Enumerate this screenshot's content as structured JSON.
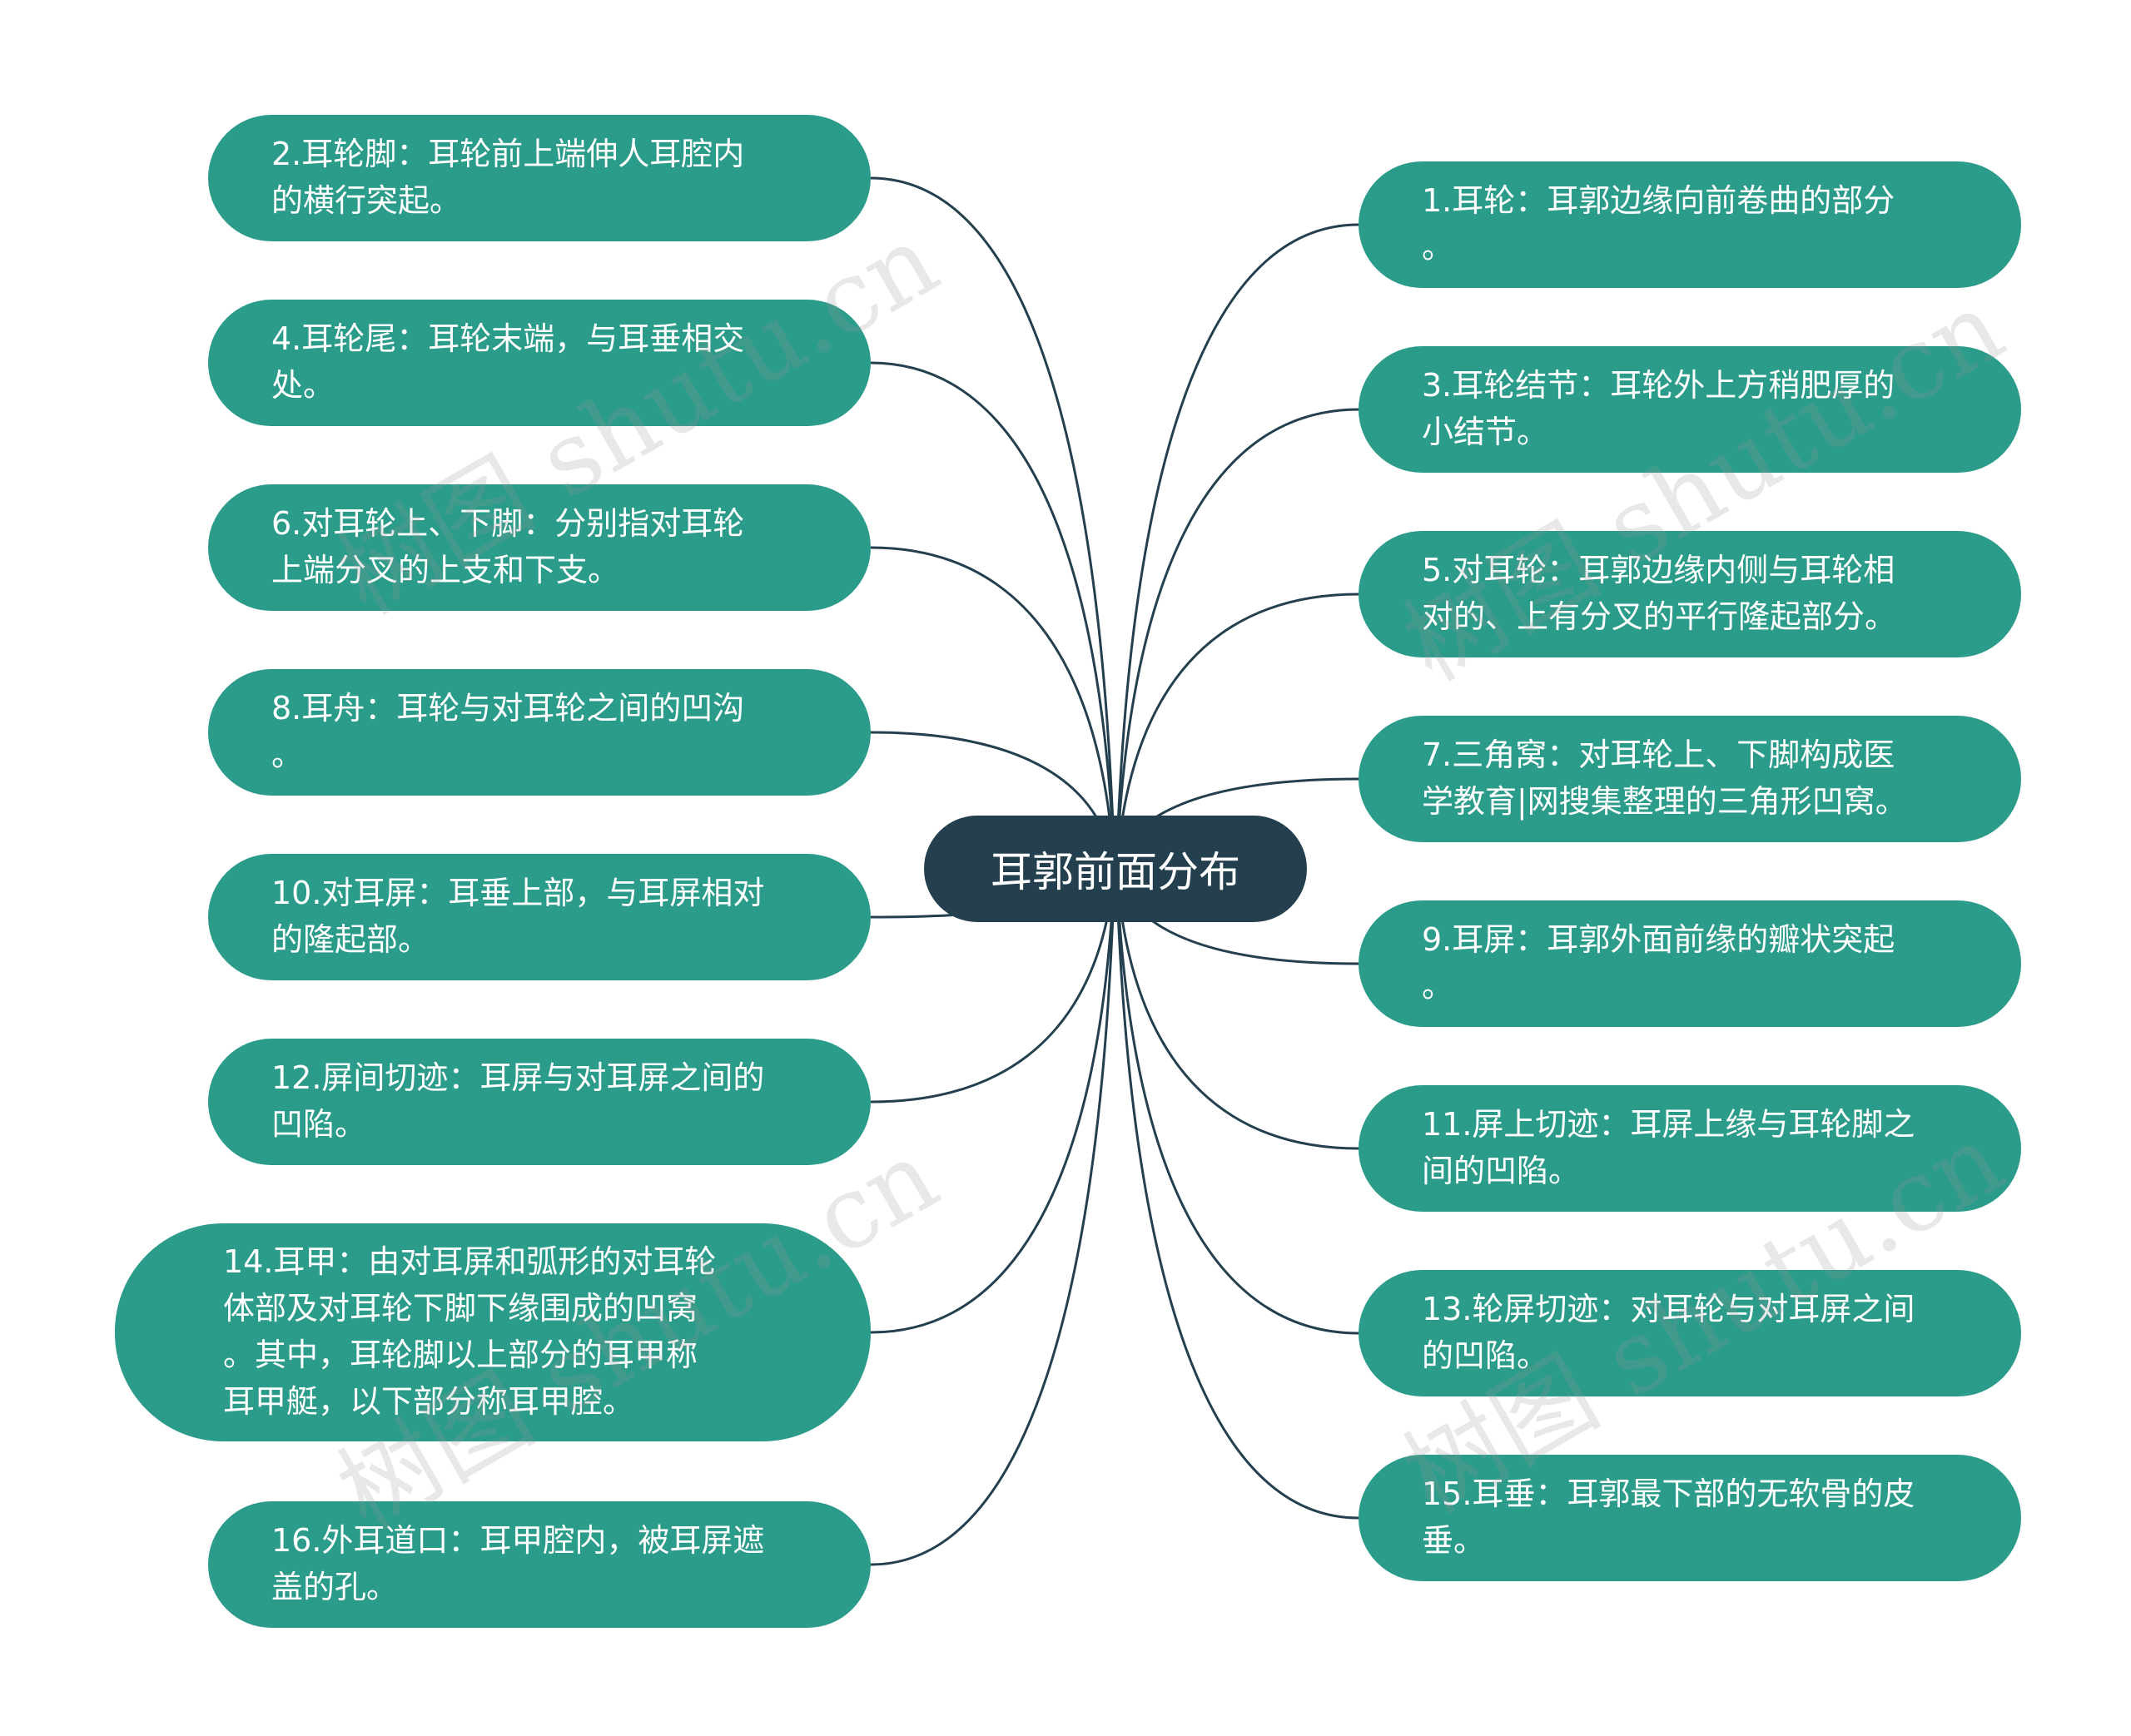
{
  "root": {
    "label": "耳郭前面分布"
  },
  "left_nodes": [
    "2.耳轮脚：耳轮前上端伸人耳腔内\n的横行突起。",
    "4.耳轮尾：耳轮末端，与耳垂相交\n处。",
    "6.对耳轮上、下脚：分别指对耳轮\n上端分叉的上支和下支。",
    "8.耳舟：耳轮与对耳轮之间的凹沟\n。",
    "10.对耳屏：耳垂上部，与耳屏相对\n的隆起部。",
    "12.屏间切迹：耳屏与对耳屏之间的\n凹陷。",
    "14.耳甲：由对耳屏和弧形的对耳轮\n体部及对耳轮下脚下缘围成的凹窝\n。其中，耳轮脚以上部分的耳甲称\n耳甲艇，以下部分称耳甲腔。",
    "16.外耳道口：耳甲腔内，被耳屏遮\n盖的孔。"
  ],
  "right_nodes": [
    "1.耳轮：耳郭边缘向前卷曲的部分\n。",
    "3.耳轮结节：耳轮外上方稍肥厚的\n小结节。",
    "5.对耳轮：耳郭边缘内侧与耳轮相\n对的、上有分叉的平行隆起部分。",
    "7.三角窝：对耳轮上、下脚构成医\n学教育|网搜集整理的三角形凹窝。",
    "9.耳屏：耳郭外面前缘的瓣状突起\n。",
    "11.屏上切迹：耳屏上缘与耳轮脚之\n间的凹陷。",
    "13.轮屏切迹：对耳轮与对耳屏之间\n的凹陷。",
    "15.耳垂：耳郭最下部的无软骨的皮\n垂。"
  ],
  "watermark": "树图 shutu.cn",
  "colors": {
    "node": "#2b9b8a",
    "root": "#24404f",
    "line": "#24404f"
  }
}
